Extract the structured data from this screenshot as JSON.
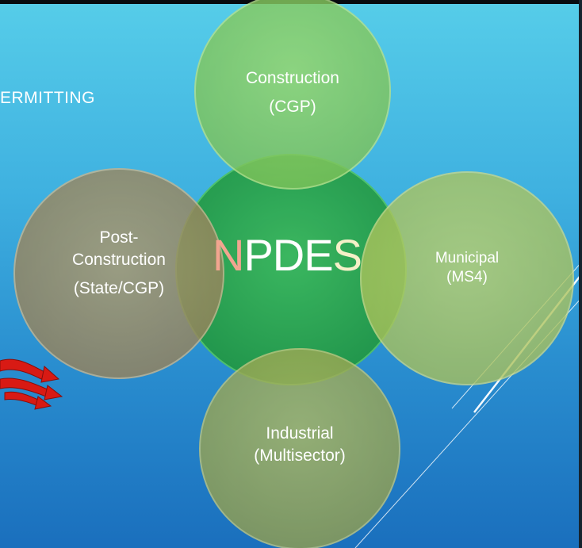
{
  "slide": {
    "title_fragment": "ERMITTING"
  },
  "diagram": {
    "center": {
      "first_letter": "N",
      "middle": "PDE",
      "last_letter": "S"
    },
    "nodes": {
      "top": {
        "line1": "Construction",
        "line2": "(CGP)"
      },
      "right": {
        "line1": "Municipal",
        "line2": "(MS4)"
      },
      "bottom": {
        "line1": "Industrial",
        "line2": "(Multisector)"
      },
      "left": {
        "line1": "Post-",
        "line2": "Construction",
        "line3": "(State/CGP)"
      }
    },
    "colors": {
      "center_fill": "#2aa84a",
      "top_fill": "#8dd060",
      "right_fill": "#b8cc60",
      "bottom_fill": "#a9b25a",
      "left_fill": "#a89468",
      "background_top": "#56cde9",
      "background_bottom": "#1a6fbd"
    }
  }
}
